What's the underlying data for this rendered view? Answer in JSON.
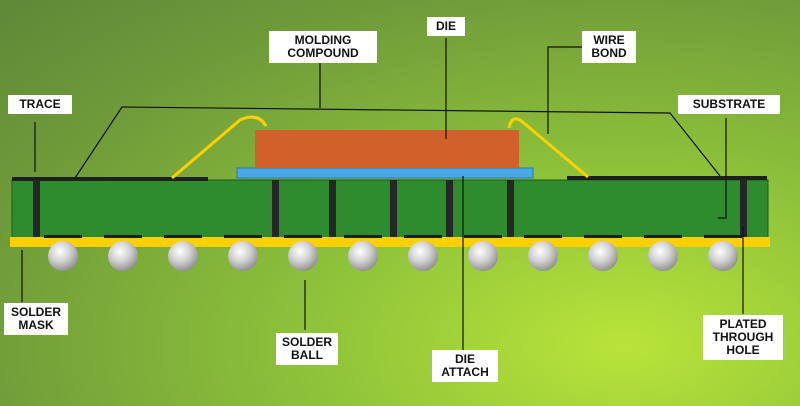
{
  "labels": {
    "molding_compound": "MOLDING\nCOMPOUND",
    "die": "DIE",
    "wire_bond": "WIRE\nBOND",
    "trace": "TRACE",
    "substrate": "SUBSTRATE",
    "solder_mask": "SOLDER\nMASK",
    "solder_ball": "SOLDER\nBALL",
    "die_attach": "DIE\nATTACH",
    "plated_through_hole": "PLATED\nTHROUGH\nHOLE"
  },
  "colors": {
    "substrate": "#2e8c2e",
    "die": "#d2602a",
    "die_attach": "#4aa8e6",
    "solder_mask": "#ffd000",
    "wire_bond": "#ffd000",
    "via": "#222222",
    "solder_ball": "#c8c8c8",
    "leader": "#111111"
  }
}
